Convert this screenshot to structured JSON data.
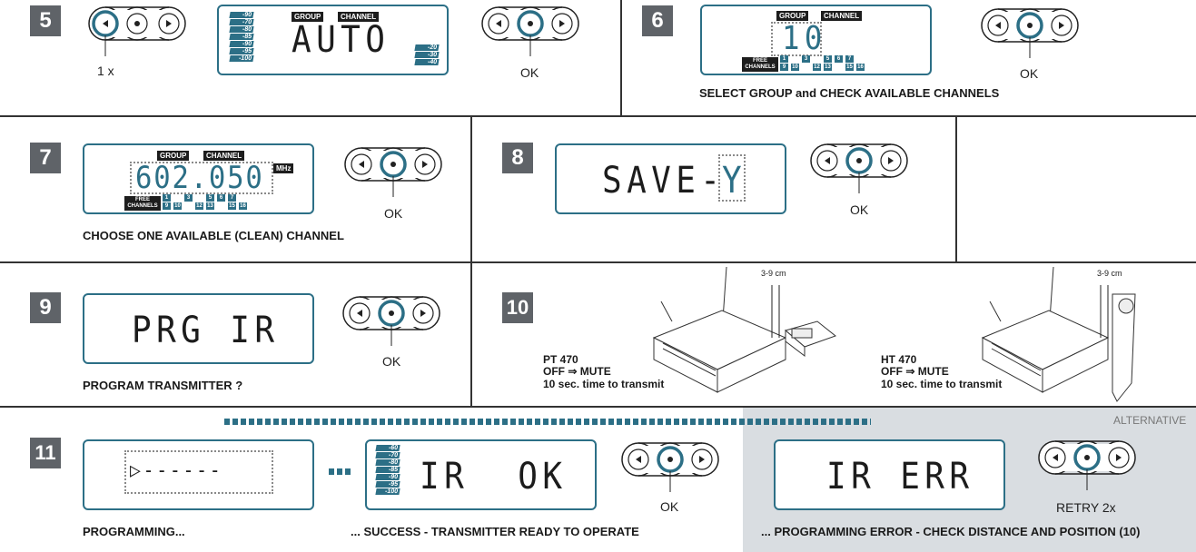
{
  "steps": {
    "s5": {
      "num": "5",
      "button_label": "1 x",
      "display_main": "AUTO",
      "tag_group": "GROUP",
      "tag_channel": "CHANNEL",
      "levels_left": [
        "-90",
        "-70",
        "-80",
        "-85",
        "-90",
        "-95",
        "-100"
      ],
      "levels_right": [
        "-20",
        "-30",
        "-40"
      ],
      "ok": "OK"
    },
    "s6": {
      "num": "6",
      "tag_group": "GROUP",
      "tag_channel": "CHANNEL",
      "display_main": "10",
      "free_channels": "FREE CHANNELS",
      "channels_top": [
        "1",
        "3",
        "5",
        "6",
        "7"
      ],
      "channels_bottom": [
        "9",
        "10",
        "12",
        "13",
        "15",
        "16"
      ],
      "ok": "OK",
      "caption": "SELECT GROUP and CHECK AVAILABLE CHANNELS"
    },
    "s7": {
      "num": "7",
      "tag_group": "GROUP",
      "tag_channel": "CHANNEL",
      "display_main": "602.050",
      "unit": "MHz",
      "free_channels": "FREE CHANNELS",
      "channels_top": [
        "1",
        "3",
        "5",
        "6",
        "7"
      ],
      "channels_bottom": [
        "9",
        "10",
        "12",
        "13",
        "15",
        "16"
      ],
      "ok": "OK",
      "caption": "CHOOSE ONE AVAILABLE (CLEAN) CHANNEL"
    },
    "s8": {
      "num": "8",
      "display_main": "SAVE-",
      "display_blink": "Y",
      "ok": "OK"
    },
    "s9": {
      "num": "9",
      "display_main": "PRG IR",
      "ok": "OK",
      "caption": "PROGRAM TRANSMITTER ?"
    },
    "s10": {
      "num": "10",
      "left": {
        "distance": "3-9 cm",
        "model": "PT 470",
        "line2": "OFF ⇒ MUTE",
        "line3": "10 sec. time to transmit"
      },
      "right": {
        "distance": "3-9 cm",
        "model": "HT 470",
        "line2": "OFF ⇒ MUTE",
        "line3": "10 sec. time to transmit"
      }
    },
    "s11": {
      "num": "11",
      "display_progress": "▷------",
      "caption_progress": "PROGRAMMING...",
      "display_success": "IR  OK",
      "levels": [
        "-60",
        "-70",
        "-80",
        "-85",
        "-90",
        "-95",
        "-100"
      ],
      "caption_success": "... SUCCESS - TRANSMITTER READY TO OPERATE",
      "ok": "OK",
      "alternative_label": "ALTERNATIVE",
      "display_error": "IR ERR",
      "retry": "RETRY 2x",
      "caption_error": "... PROGRAMMING ERROR - CHECK DISTANCE AND POSITION (10)"
    }
  },
  "colors": {
    "accent": "#2c6f86",
    "badge": "#5f6368",
    "alt_bg": "#d9dde1"
  }
}
